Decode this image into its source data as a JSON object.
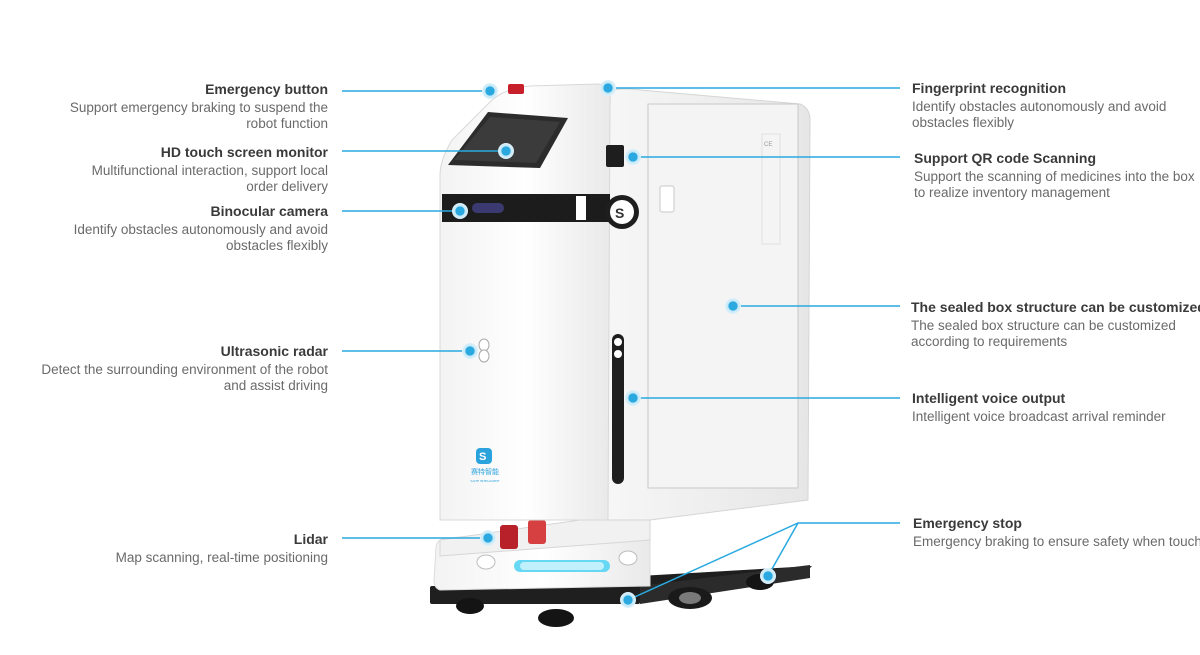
{
  "features": {
    "emergency_button": {
      "title": "Emergency button",
      "desc1": "Support emergency braking to suspend the",
      "desc2": "robot function"
    },
    "hd_touch": {
      "title": "HD touch screen monitor",
      "desc1": "Multifunctional interaction, support local",
      "desc2": "order delivery"
    },
    "binocular": {
      "title": "Binocular camera",
      "desc1": "Identify obstacles autonomously and avoid",
      "desc2": "obstacles flexibly"
    },
    "ultrasonic": {
      "title": "Ultrasonic radar",
      "desc1": "Detect the surrounding environment of the robot",
      "desc2": "and assist driving"
    },
    "lidar": {
      "title": "Lidar",
      "desc1": "Map scanning, real-time positioning"
    },
    "fingerprint": {
      "title": "Fingerprint recognition",
      "desc1": "Identify obstacles autonomously and avoid",
      "desc2": "obstacles flexibly"
    },
    "qr_code": {
      "title": "Support QR code Scanning",
      "desc1": "Support the scanning of medicines into the box",
      "desc2": "to realize inventory management"
    },
    "sealed_box": {
      "title": "The sealed box structure can be customized",
      "desc1": "The sealed box structure can be customized",
      "desc2": "according to requirements"
    },
    "voice": {
      "title": "Intelligent voice output",
      "desc1": "Intelligent voice broadcast arrival reminder"
    },
    "emergency_stop": {
      "title": "Emergency stop",
      "desc1": "Emergency braking to ensure safety when touching"
    }
  },
  "robot": {
    "logo_text": "赛特智能",
    "logo_sub": "SAITE INTELLIGENT"
  },
  "colors": {
    "accent": "#29a9e0",
    "line": "#29a9e0",
    "title": "#3a3a3a",
    "desc": "#6a6a6a",
    "red": "#c8202a",
    "cyan_light": "#66d8f4"
  }
}
